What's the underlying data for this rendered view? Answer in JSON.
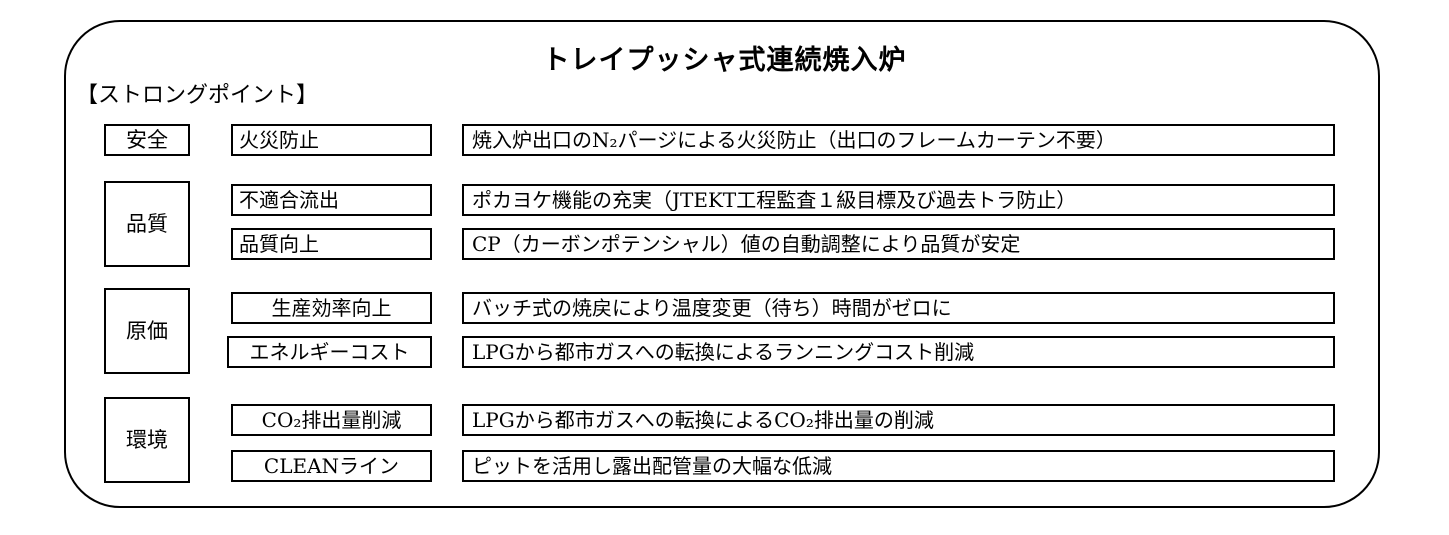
{
  "title": "トレイプッシャ式連続焼入炉",
  "subtitle": "【ストロングポイント】",
  "categories": [
    {
      "name": "安全",
      "items": [
        {
          "label": "火災防止",
          "desc": "焼入炉出口のN₂パージによる火災防止（出口のフレームカーテン不要）"
        }
      ]
    },
    {
      "name": "品質",
      "items": [
        {
          "label": "不適合流出",
          "desc": "ポカヨケ機能の充実（JTEKT工程監査１級目標及び過去トラ防止）"
        },
        {
          "label": "品質向上",
          "desc": "CP（カーボンポテンシャル）値の自動調整により品質が安定"
        }
      ]
    },
    {
      "name": "原価",
      "items": [
        {
          "label": "生産効率向上",
          "desc": "バッチ式の焼戻により温度変更（待ち）時間がゼロに"
        },
        {
          "label": "エネルギーコスト",
          "desc": "LPGから都市ガスへの転換によるランニングコスト削減"
        }
      ]
    },
    {
      "name": "環境",
      "items": [
        {
          "label": "CO₂排出量削減",
          "desc": "LPGから都市ガスへの転換によるCO₂排出量の削減"
        },
        {
          "label": "CLEANライン",
          "desc": "ピットを活用し露出配管量の大幅な低減"
        }
      ]
    }
  ]
}
